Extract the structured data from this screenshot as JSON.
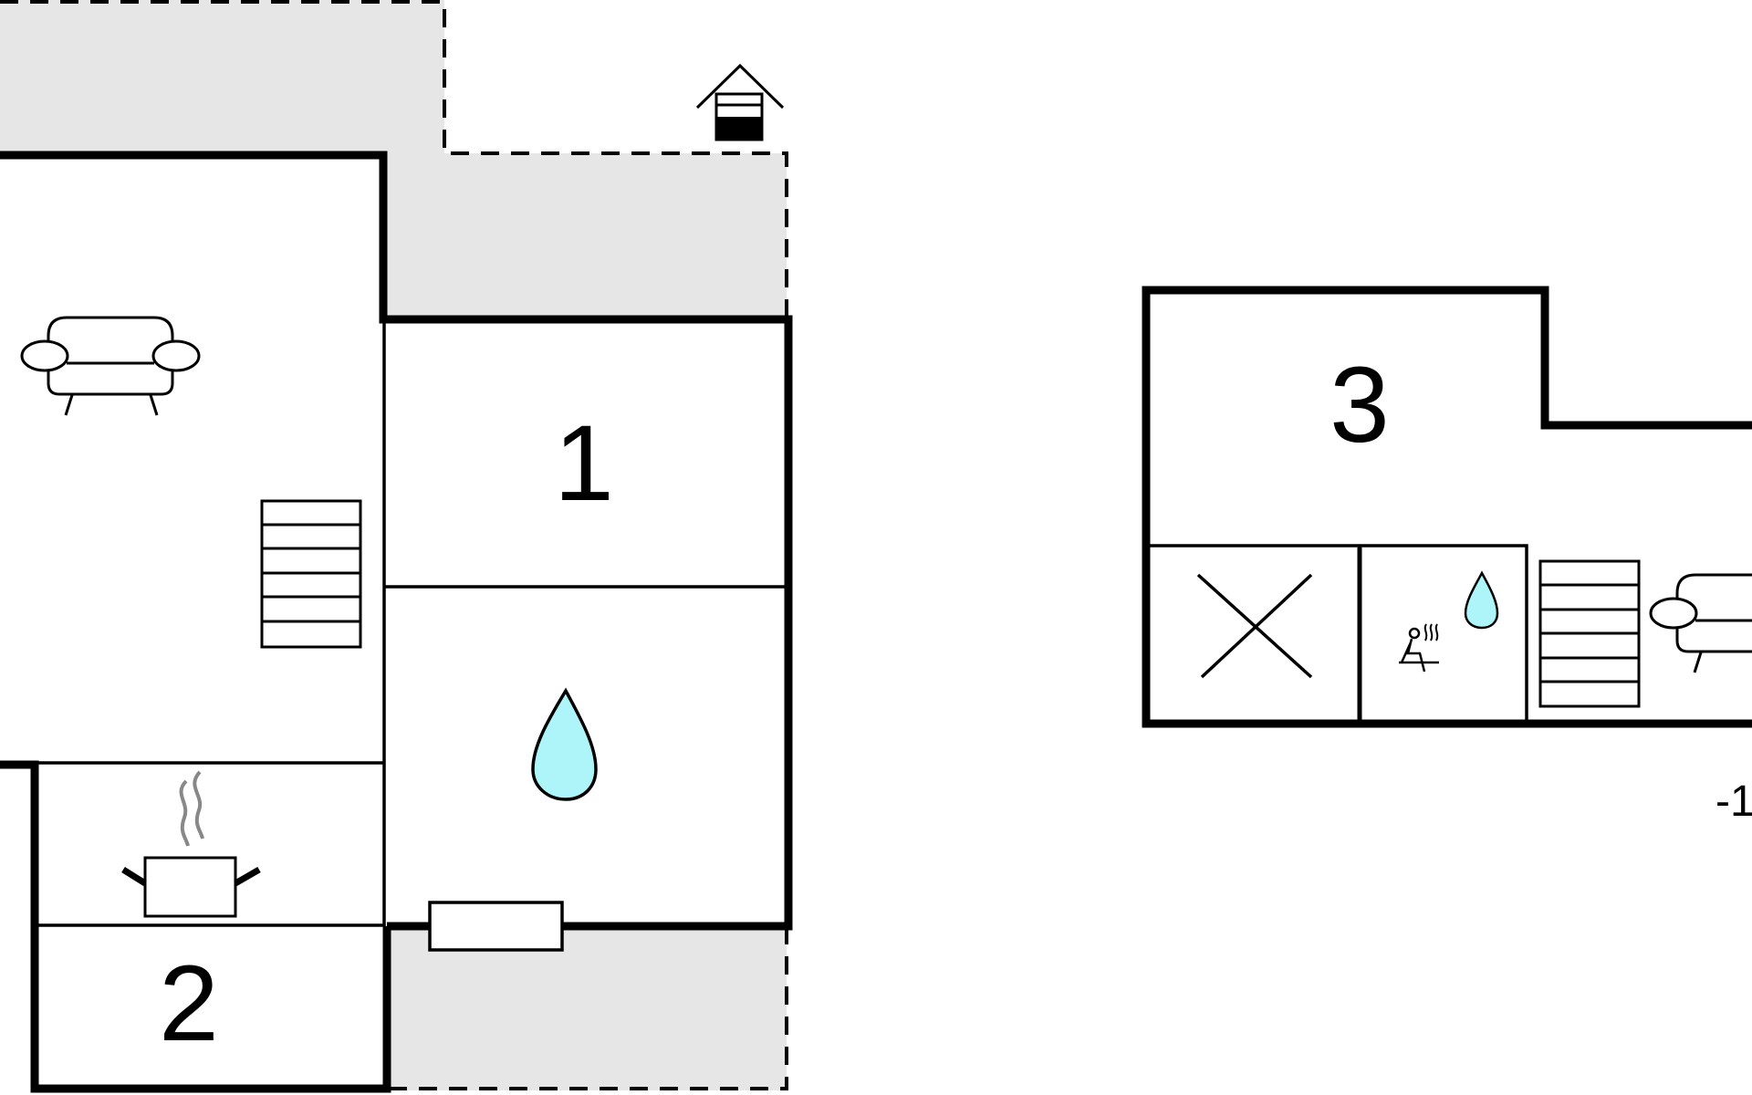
{
  "plan": {
    "rooms": [
      {
        "id": "room-1",
        "label": "1"
      },
      {
        "id": "room-2",
        "label": "2"
      },
      {
        "id": "room-3",
        "label": "3"
      }
    ],
    "level_indicator": "-1",
    "colors": {
      "terrace_fill": "#e6e6e6",
      "water_drop": "#adf5f8",
      "walls": "#000000"
    },
    "icons": [
      "house-icon",
      "sofa-icon",
      "stairs-icon",
      "water-drop-icon",
      "cooking-pot-icon",
      "door-mat-icon",
      "sauna-icon",
      "void-cross-icon"
    ]
  }
}
